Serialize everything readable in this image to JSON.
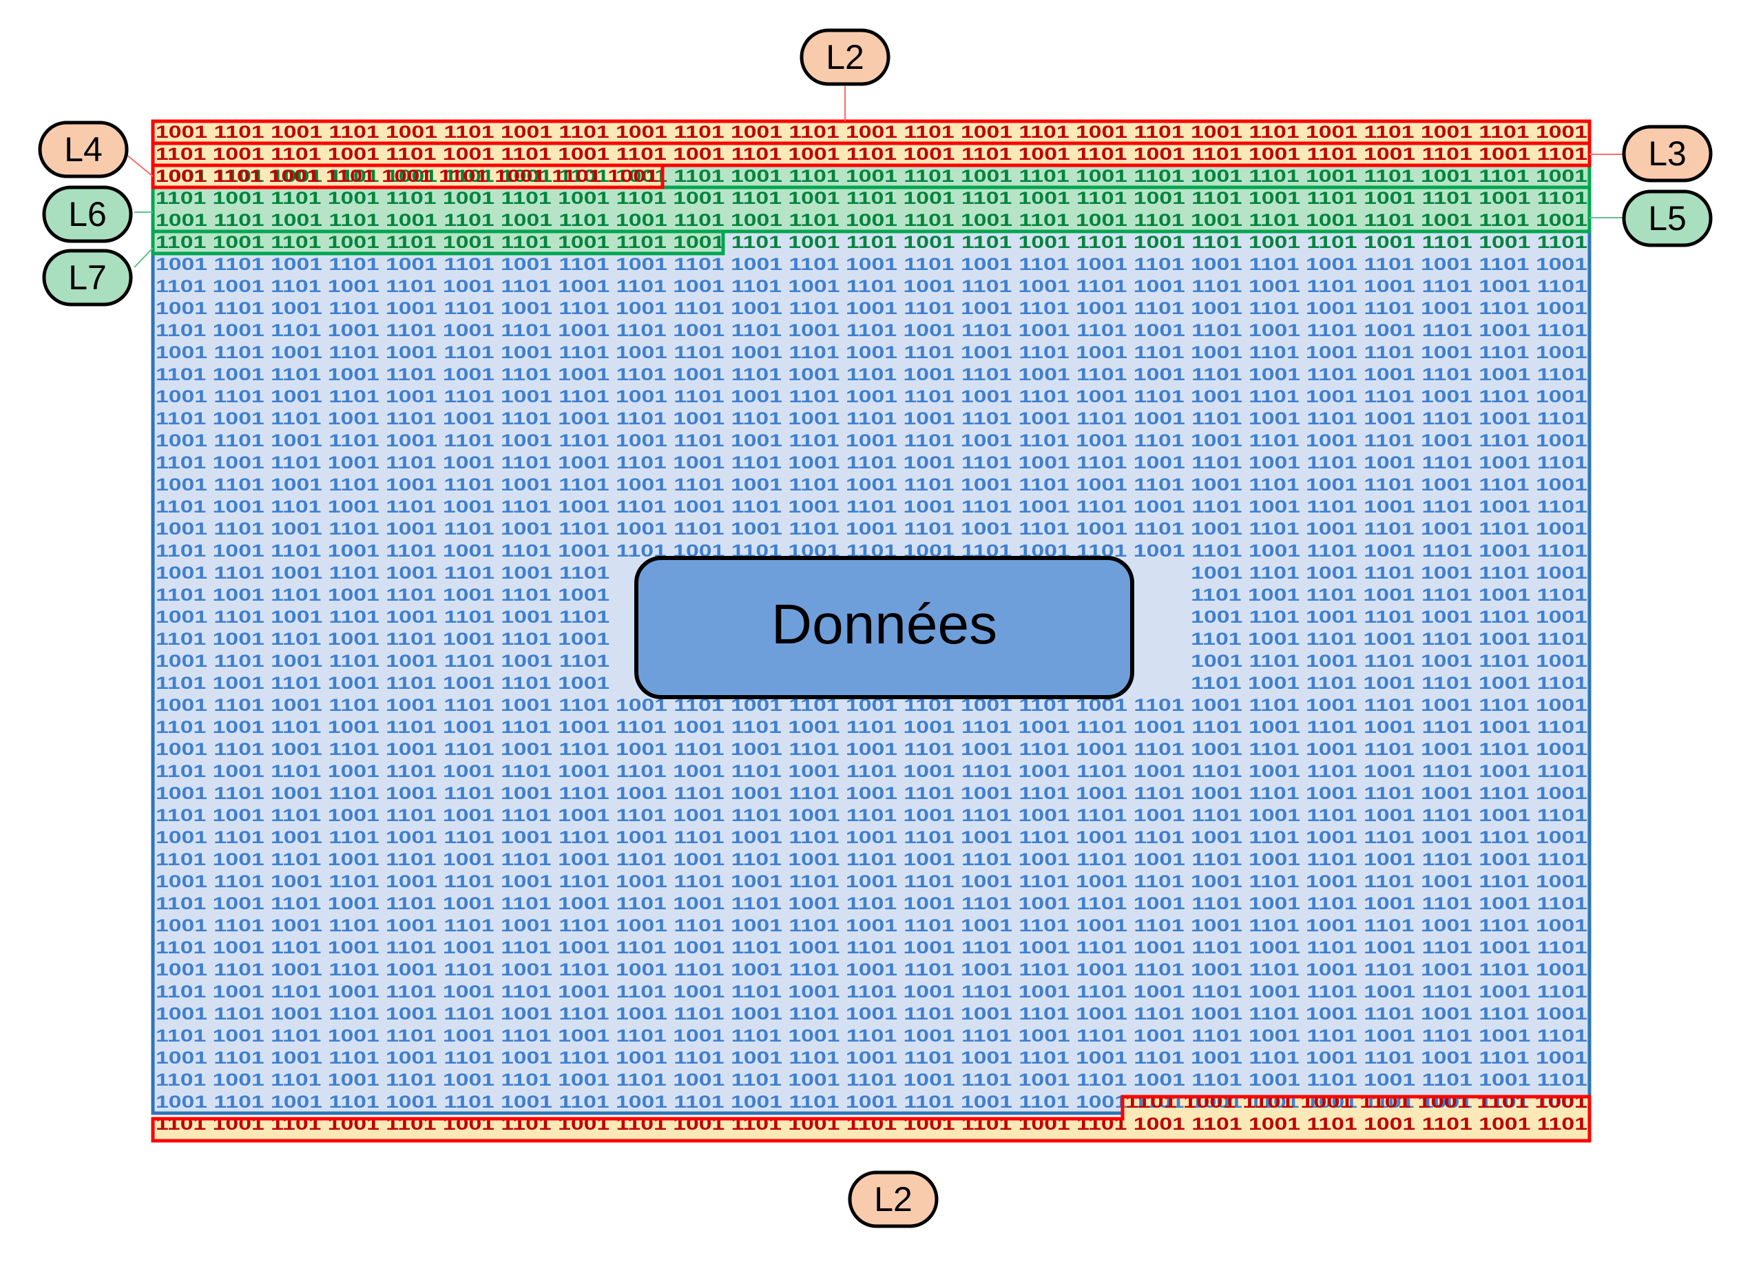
{
  "bits": {
    "a": "1001",
    "b": "1101"
  },
  "data_box": {
    "label": "Données"
  },
  "labels": {
    "l2_top": "L2",
    "l2_bottom": "L2",
    "l3": "L3",
    "l4": "L4",
    "l5": "L5",
    "l6": "L6",
    "l7": "L7"
  },
  "colors": {
    "data_fill": "#d5e1f3",
    "data_border": "#2e75b6",
    "data_text": "#3f7fcf",
    "header_fill": "#fde9b8",
    "header_border": "#ff0000",
    "header_text": "#c00000",
    "green_fill": "#b7e4c7",
    "green_border": "#00a651",
    "green_text": "#00843d",
    "callout_red_fill": "#f8cbad",
    "callout_green_fill": "#a9dfbf",
    "box_fill": "#6f9fdb"
  }
}
